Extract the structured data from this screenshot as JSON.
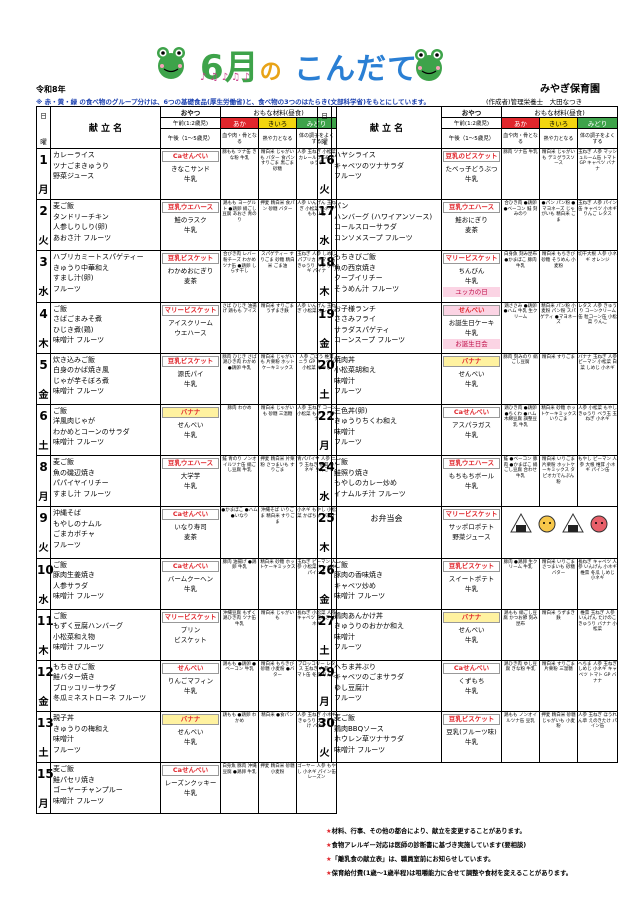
{
  "header": {
    "title_six": "6月",
    "title_no": "の",
    "title_rest": "こんだて",
    "nursery": "みやぎ保育園",
    "era": "令和8年",
    "guide": "※ 赤・黄・緑 の食べ物のグループ分けは、6つの基礎食品(厚生労働省)と、食べ物の3つのはたらき(文部科学省)をもとにしています。",
    "author": "(作成者)管理栄養士　大田なつき"
  },
  "columns": {
    "date": "日",
    "weekday": "曜",
    "menu_name": "献 立 名",
    "snack": "おやつ",
    "ingredients": "おもな材料(昼食)",
    "snack_am": "午前(1:2歳児)",
    "snack_pm": "午後（1～5歳児）",
    "aka": "あか",
    "kiiro": "きいろ",
    "midori": "みどり",
    "aka_desc": "血や肉・骨となる",
    "kiiro_desc": "熱や力となる",
    "midori_desc": "体の調子をよくする"
  },
  "left_days": [
    {
      "num": "1",
      "wk": "月",
      "menu": [
        "カレーライス",
        "ツナごまきゅうり",
        "野菜ジュース"
      ],
      "am": "Caせんべい",
      "am_cls": "",
      "pm": [
        "きなこサンド",
        "牛乳"
      ],
      "aka": "豚もも ツナ缶 きな粉 牛乳",
      "kiiro": "精白米 じゃがいも バター 食パン すりごま 黒ごま 砂糖",
      "midori": "人参 玉ねぎ 小松菜 カレールウ GP きゅうり"
    },
    {
      "num": "2",
      "wk": "火",
      "menu": [
        "麦ご飯",
        "タンドリーチキン",
        "人参しりしり(卵)",
        "あおさ汁 フルーツ"
      ],
      "am": "豆乳ウエハース",
      "am_cls": "",
      "pm": [
        "鮭のラスク",
        "牛乳"
      ],
      "aka": "鶏もも ヨーグルト ●鶏卵 絹ごし豆腐 あおさ 青のり",
      "kiiro": "押麦 精白米 食パン 砂糖 バター",
      "midori": "人参 いんげん 玉ねぎ 小松菜 小ネギ ももリ缶"
    },
    {
      "num": "3",
      "wk": "水",
      "menu": [
        "ハブリカミートスパゲティー",
        "きゅうり中華和え",
        "すまし汁(卵)",
        "フルーツ"
      ],
      "am": "豆乳ビスケット",
      "am_cls": "",
      "pm": [
        "わかめおにぎり",
        "麦茶"
      ],
      "aka": "合びき肉 レバー 粉チーズ わかめ ツナ缶 ●鶏卵 しらす干し",
      "kiiro": "スパゲティー すりごま 砂糖 精白米 ごま油",
      "midori": "玉ねぎ 人参 しめじ パプリカ トマト缶 きゅうり 人参 小ネギ パイナ"
    },
    {
      "num": "4",
      "wk": "木",
      "menu": [
        "ご飯",
        "さばごまみそ煮",
        "ひじき煮(鶏)",
        "味噌汁 フルーツ"
      ],
      "am": "マリービスケット",
      "am_cls": "",
      "pm": [
        "アイスクリーム",
        "ウエハース"
      ],
      "aka": "さば ひじき 油揚げ 鶏もも アイス",
      "kiiro": "精白米 すりごま うずまき麩",
      "midori": "人参 いんげん 玉ねぎ 小松菜 オレンジ"
    },
    {
      "num": "5",
      "wk": "金",
      "menu": [
        "炊き込みご飯",
        "白身のかば焼き風",
        "じゃが芋そぼろ煮",
        "味噌汁 フルーツ"
      ],
      "am": "豆乳ビスケット",
      "am_cls": "",
      "pm": [
        "源氏パイ",
        "牛乳"
      ],
      "aka": "豚肉 ひじき さば 鶏ひき肉 わかめ ●鶏卵 牛乳",
      "kiiro": "精白米 じゃがいも 片栗粉 ホットケーキミックス",
      "midori": "人参 ごぼう 椎茸 ニラ GP キャベツ 小松菜 もやし"
    },
    {
      "num": "6",
      "wk": "土",
      "menu": [
        "ご飯",
        "洋風肉じゃが",
        "わかめとコーンのサラダ",
        "味噌汁 フルーツ"
      ],
      "am": "バナナ",
      "am_cls": "yel",
      "pm": [
        "せんべい",
        "牛乳"
      ],
      "aka": "豚肉 わかめ",
      "kiiro": "精白米 じゃがいも 砂糖 三温糖",
      "midori": "人参 玉ねぎ コーン 小松菜 もやし バナナ"
    },
    {
      "num": "8",
      "wk": "月",
      "menu": [
        "麦ご飯",
        "魚の磯辺焼き",
        "パパイヤイリチー",
        "すまし汁 フルーツ"
      ],
      "am": "豆乳ウエハース",
      "am_cls": "",
      "pm": [
        "大学芋",
        "牛乳"
      ],
      "aka": "鮭 青のり ノンオイルツナ缶 絹ごし豆腐 牛乳",
      "kiiro": "押麦 精白米 片栗粉 さつまいも すりごま",
      "midori": "青パパイヤ 人参 ニラ 玉ねぎ 椎茸 小ネギ りんご"
    },
    {
      "num": "9",
      "wk": "火",
      "menu": [
        "沖縄そば",
        "もやしのナムル",
        "ごまカボチャ",
        "フルーツ"
      ],
      "am": "Caせんべい",
      "am_cls": "",
      "pm": [
        "いなり寿司",
        "麦茶"
      ],
      "aka": "●かまぼこ ●ハム ●いなり",
      "kiiro": "沖縄そば いりごま 精白米 すりごま",
      "midori": "小ネギ もやし 小松菜 かぼちゃ パイナ"
    },
    {
      "num": "10",
      "wk": "水",
      "menu": [
        "ご飯",
        "豚肉生姜焼き",
        "人参サラダ",
        "味噌汁 フルーツ"
      ],
      "am": "Caせんべい",
      "am_cls": "",
      "pm": [
        "バームクーヘン",
        "牛乳"
      ],
      "aka": "豚肉 油揚げ ●鶏卵 牛乳",
      "kiiro": "精白米 砂糖 ホットケーキミックス",
      "midori": "玉ねぎ ピーマン 人参 小松菜 キャベツ パイン缶"
    },
    {
      "num": "11",
      "wk": "木",
      "menu": [
        "ご飯",
        "もずく豆腐ハンバーグ",
        "小松菜和え物",
        "味噌汁 フルーツ"
      ],
      "am": "マリービスケット",
      "am_cls": "",
      "pm": [
        "プリン",
        "ビスケット"
      ],
      "aka": "沖縄豆腐 もずく 鶏ひき肉 ツナ缶 牛乳",
      "kiiro": "精白米 じゃがいも",
      "midori": "長ねぎ 小松菜 人参 キャベツ 玉ねぎ 小ネギ"
    },
    {
      "num": "12",
      "wk": "金",
      "menu": [
        "もちきびご飯",
        "鮭バター焼き",
        "ブロッコリーサラダ",
        "冬瓜ミネストローネ フルーツ"
      ],
      "am": "せんべい",
      "am_cls": "",
      "pm": [
        "りんごマフィン",
        "牛乳"
      ],
      "aka": "鶏もも ●鶏卵 ●ベーコン 牛乳",
      "kiiro": "精白米 もちきび 砂糖 小麦粉 ●バター",
      "midori": "ブロッコリー レタス 玉ねぎ 人参 トマト缶 冬瓜 りんご"
    },
    {
      "num": "13",
      "wk": "土",
      "menu": [
        "親子丼",
        "きゅうりの梅和え",
        "味噌汁",
        "フルーツ"
      ],
      "am": "バナナ",
      "am_cls": "yel",
      "pm": [
        "せんべい",
        "牛乳"
      ],
      "aka": "鶏もも ●鶏卵 わかめ",
      "kiiro": "精白米 ●食パン",
      "midori": "人参 玉ねぎ 小ネギ きゅうり えのきたけ バナナ"
    },
    {
      "num": "15",
      "wk": "月",
      "menu": [
        "麦ご飯",
        "鮭パセリ焼き",
        "ゴーヤーチャンプルー",
        "味噌汁 フルーツ"
      ],
      "am": "Caせんべい",
      "am_cls": "",
      "pm": [
        "レーズンクッキー",
        "牛乳"
      ],
      "aka": "白身魚 豚肉 沖縄豆腐 ●鶏卵 牛乳",
      "kiiro": "押麦 精白米 砂糖 小麦粉",
      "midori": "ゴーヤー 人参 もやし 小ネギ パイン缶 レーズン"
    }
  ],
  "right_days": [
    {
      "num": "16",
      "wk": "火",
      "menu": [
        "ハヤシライス",
        "キャベツのツナサラダ",
        "フルーツ"
      ],
      "am": "豆乳のビスケット",
      "am_cls": "",
      "pm": [
        "たべっ子どうぶつ",
        "牛乳"
      ],
      "aka": "豚肉 ツナ缶 牛乳",
      "kiiro": "精白米 じゃがいも デミグラスソース",
      "midori": "玉ねぎ 人参 マッシュルーム缶 トマト GP キャベツ バナナ"
    },
    {
      "num": "17",
      "wk": "水",
      "menu": [
        "パン",
        "ハンバーグ (ハワイアンソース)",
        "コールスローサラダ",
        "コンソメスープ フルーツ"
      ],
      "am": "豆乳ウエハース",
      "am_cls": "",
      "pm": [
        "鮭おにぎり",
        "麦茶"
      ],
      "aka": "合ひき肉 ●鶏卵 ●ベーコン 鮭 刻みのり",
      "kiiro": "●パン パン粉 ●マヨネーズ じゃがいも 精白米 ごま",
      "midori": "玉ねぎ 人参 パイン缶 キャベツ 小ネギ りんご レタス"
    },
    {
      "num": "18",
      "wk": "木",
      "menu": [
        "もちきびご飯",
        "魚の西京焼き",
        "クーブイリチー",
        "そうめん汁 フルーツ"
      ],
      "am": "マリービスケット",
      "am_cls": "",
      "pm": [
        "ちんびん",
        "牛乳"
      ],
      "aka": "白身魚 刻み昆布 ●かまぼこ 豚肉 牛乳",
      "kiiro": "精白米 もちきび 砂糖 そうめん 小麦粉",
      "midori": "切干大根 人参 小ネギ オレンジ"
    },
    {
      "num": "19",
      "wk": "金",
      "menu": [
        "お子様ランチ",
        "ささみフライ",
        "サラダスパゲティ",
        "コーンスープ フルーツ"
      ],
      "am": "せんべい",
      "am_cls": "pk",
      "pm": [
        "お誕生日ケーキ",
        "牛乳"
      ],
      "aka": "鶏ささみ ●鶏卵 ●ハム 牛乳 生クリーム",
      "kiiro": "精白米 パン粉 小麦粉 パン粉 スパゲティ ●マヨネーズ",
      "midori": "レタス 人参 きゅうり コーンクリーム缶 粒コーン缶 小松菜 りんご"
    },
    {
      "num": "20",
      "wk": "土",
      "menu": [
        "焼肉丼",
        "小松菜胡和え",
        "味噌汁",
        "フルーツ"
      ],
      "am": "バナナ",
      "am_cls": "yel",
      "pm": [
        "せんべい",
        "牛乳"
      ],
      "aka": "豚肉 刻みのり 絹ごし豆腐",
      "kiiro": "精白米 すりごま",
      "midori": "バナナ 玉ねぎ 人参 ピーマン 小松菜 白菜 しめじ 小ネギ"
    },
    {
      "num": "22",
      "wk": "月",
      "menu": [
        "三色丼(卵)",
        "きゅうりちくわ和え",
        "味噌汁",
        "フルーツ"
      ],
      "am": "Caせんべい",
      "am_cls": "",
      "pm": [
        "アスパラガス",
        "牛乳"
      ],
      "aka": "鶏ひき肉 ●鶏卵 ●ちくわ ●ハム 木綿豆腐 調整豆乳 牛乳",
      "kiiro": "精白米 砂糖 ホットケーキミックス いりごま",
      "midori": "人参 小松菜 もやし きゅうり ベラ玉 玉ねぎ 小ネギ"
    },
    {
      "num": "24",
      "wk": "水",
      "menu": [
        "ご飯",
        "鮭照り焼き",
        "もやしのカレー炒め",
        "イナムルチ汁 フルーツ"
      ],
      "am": "豆乳ウエハース",
      "am_cls": "",
      "pm": [
        "もちもちボール",
        "牛乳"
      ],
      "aka": "鮭 ●ベーコン 豚肉 ●かまぼこ 絹ごし豆腐 合わせ 牛乳",
      "kiiro": "精白米 いりごま 片栗粉 ホットケーキミックス タピオカでんぷん 粉",
      "midori": "もやし ピーマン 人参 大根 椎茸 小ネギ パイン缶"
    },
    {
      "num": "25",
      "wk": "木",
      "menu": [
        "",
        "お弁当会",
        "",
        ""
      ],
      "am": "マリービスケット",
      "am_cls": "",
      "pm": [
        "サッポロポテト",
        "野菜ジュース"
      ],
      "aka": "",
      "kiiro": "",
      "midori": ""
    },
    {
      "num": "26",
      "wk": "金",
      "menu": [
        "ご飯",
        "豚肉の香味焼き",
        "キャベツ炒め",
        "味噌汁 フルーツ"
      ],
      "am": "豆乳ビスケット",
      "am_cls": "",
      "pm": [
        "スイートポテト",
        "牛乳"
      ],
      "aka": "豚肉 ●鶏卵 生クリーム 牛乳",
      "kiiro": "精白米 いりごま さつまいも 砂糖 バター",
      "midori": "長ねぎ キャベツ 人参 いんげん 小ネギ 椎茸 冬瓜 しめじ 小ネギ"
    },
    {
      "num": "27",
      "wk": "土",
      "menu": [
        "鶏肉あんかけ丼",
        "きゅうりのおかか和え",
        "味噌汁",
        "フルーツ"
      ],
      "am": "バナナ",
      "am_cls": "yel",
      "pm": [
        "せんべい",
        "牛乳"
      ],
      "aka": "鶏もも 絹ごし豆腐 かつお節 刻み昆布",
      "kiiro": "精白米 うずまき麩",
      "midori": "椎茸 玉ねぎ 人参 いんげん たけのこ きゅうり バナナ 小松菜"
    },
    {
      "num": "29",
      "wk": "月",
      "menu": [
        "へちま丼ぶり",
        "キャベツのごまサラダ",
        "ゆし豆腐汁",
        "フルーツ"
      ],
      "am": "Caせんべい",
      "am_cls": "",
      "pm": [
        "くずもち",
        "牛乳"
      ],
      "aka": "鶏ひき肉 ゆし豆腐 きな粉 牛乳",
      "kiiro": "精白米 すりごま 片栗粉 三温糖",
      "midori": "へちま 人参 玉ねぎ しめじ 小ネギ キャベツ トマト GP バナナ"
    },
    {
      "num": "30",
      "wk": "火",
      "menu": [
        "麦ご飯",
        "鶏肉BBQソース",
        "ホウレン草ツナサラダ",
        "味噌汁 フルーツ"
      ],
      "am": "豆乳ビスケット",
      "am_cls": "",
      "pm": [
        "豆乳(フルーツ味)",
        "牛乳"
      ],
      "aka": "鶏もも ノンオイルツナ缶 豆乳",
      "kiiro": "押麦 精白米 砂糖 じゃがいも 小麦粉",
      "midori": "人参 玉ねぎ ほうれん草 えのきたけ パイン缶"
    }
  ],
  "special": {
    "d18": "ユッカの日",
    "d19": "お誕生日会"
  },
  "footnotes": [
    "材料、行事、その他の都合により、献立を変更することがあります。",
    "食物アレルギー対応は医師の診断書に基づき実施しています(要相談)",
    "「離乳食の献立表」は、職員室前にお知らせしています。",
    "保育給付費(1歳～1歳半程)は咀嚼能力に合せて調整や食材を変えることがあります。"
  ],
  "colors": {
    "aka": "#e0262c",
    "kiiro": "#f2d50f",
    "midori": "#3ea34a",
    "title": "#2a7fd4"
  }
}
